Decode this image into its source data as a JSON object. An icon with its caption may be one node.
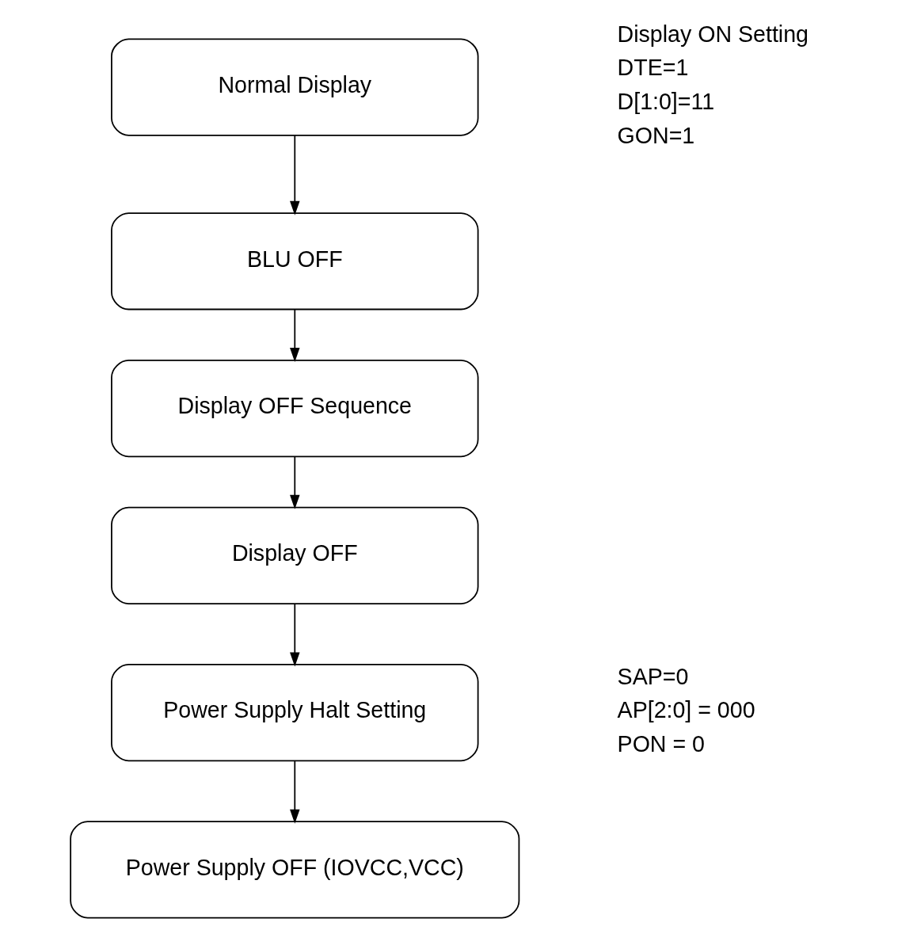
{
  "diagram": {
    "nodes": [
      {
        "text": [
          "Normal Display"
        ]
      },
      {
        "text": [
          "BLU OFF"
        ]
      },
      {
        "text": [
          "Display OFF Sequence"
        ]
      },
      {
        "text": [
          "Display OFF"
        ]
      },
      {
        "text": [
          "Power Supply Halt Setting"
        ]
      },
      {
        "text": [
          "Power Supply OFF (IOVCC,VCC)"
        ]
      }
    ],
    "edges": [
      {
        "from": 0,
        "to": 1,
        "arrow": "to"
      },
      {
        "from": 1,
        "to": 2,
        "arrow": "to"
      },
      {
        "from": 2,
        "to": 3,
        "arrow": "to"
      },
      {
        "from": 3,
        "to": 4,
        "arrow": "to"
      },
      {
        "from": 4,
        "to": 5,
        "arrow": "to"
      }
    ],
    "labels": [
      "Display ON Setting",
      "DTE=1",
      "D[1:0]=11",
      "GON=1",
      "SAP=0",
      "AP[2:0] = 000",
      "PON = 0"
    ]
  }
}
